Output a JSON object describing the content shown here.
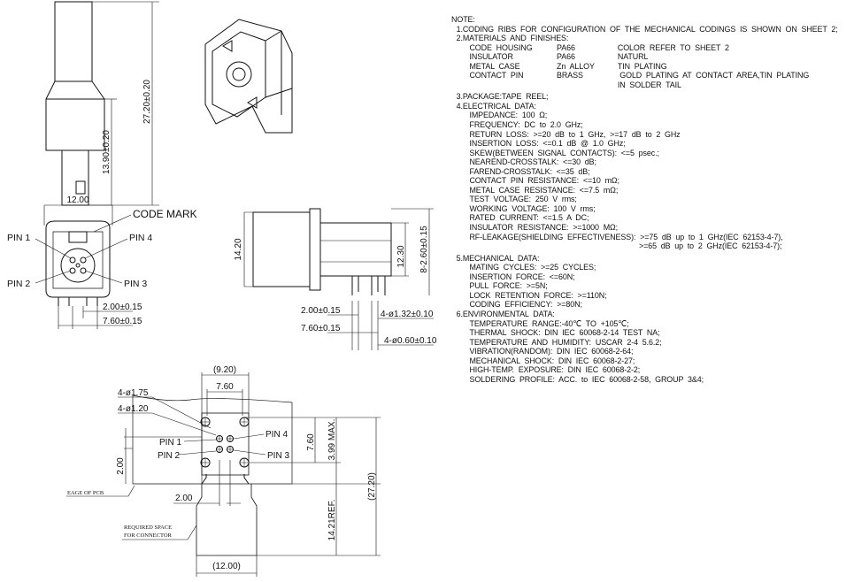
{
  "drawing": {
    "top_view": {
      "dim_total": "27.20±0.20",
      "dim_body": "13.90±0.20"
    },
    "front_view": {
      "width": "12.00",
      "code_mark": "CODE MARK",
      "pin1": "PIN 1",
      "pin2": "PIN 2",
      "pin3": "PIN 3",
      "pin4": "PIN 4",
      "pitch": "2.00±0.15",
      "span": "7.60±0.15"
    },
    "side_view": {
      "height": "14.20",
      "inner_height": "12.30",
      "tail": "8-2.60±0.15",
      "pitch": "2.00±0.15",
      "span": "7.60±0.15",
      "hole_large": "4-ø1.32±0.10",
      "hole_small": "4-ø0.60±0.10"
    },
    "pcb_layout": {
      "width_ref": "(9.20)",
      "span": "7.60",
      "hole_large": "4-ø1.75",
      "hole_small": "4-ø1.20",
      "pin1": "PIN 1",
      "pin2": "PIN 2",
      "pin3": "PIN 3",
      "pin4": "PIN 4",
      "span_v": "7.60",
      "max": "3.99 MAX.",
      "offset": "2.00",
      "edge": "EAGE OF PCB",
      "pitch": "2.00",
      "required_space_1": "REQUIRED SPACE",
      "required_space_2": "FOR CONNECTOR",
      "ref": "14.21REF.",
      "total": "(27.20)",
      "conn_width": "(12.00)"
    }
  },
  "notes": {
    "title": "NOTE:",
    "lines": [
      {
        "indent": 1,
        "text": "1.CODING  RIBS  FOR  CONFIGURATION  OF  THE  MECHANICAL  CODINGS  IS  SHOWN  ON  SHEET  2;"
      },
      {
        "indent": 1,
        "text": "2.MATERIALS  AND  FINISHES:"
      },
      {
        "indent": 2,
        "cols": [
          "CODE  HOUSING",
          "PA66",
          "COLOR  REFER  TO  SHEET  2"
        ]
      },
      {
        "indent": 2,
        "cols": [
          "INSULATOR",
          "PA66",
          "NATURL"
        ]
      },
      {
        "indent": 2,
        "cols": [
          "METAL  CASE",
          "Zn  ALLOY",
          "TIN  PLATING"
        ]
      },
      {
        "indent": 2,
        "cols": [
          "CONTACT  PIN",
          "BRASS",
          " GOLD  PLATING  AT  CONTACT  AREA,TIN  PLATING"
        ]
      },
      {
        "indent": 2,
        "cols": [
          "",
          "",
          "IN  SOLDER  TAIL"
        ]
      },
      {
        "indent": 1,
        "text": "3.PACKAGE:TAPE  REEL;",
        "gap": true
      },
      {
        "indent": 1,
        "text": "4.ELECTRICAL  DATA:"
      },
      {
        "indent": 2,
        "text": "IMPEDANCE:  100  Ω;"
      },
      {
        "indent": 2,
        "text": "FREQUENCY:  DC  to  2.0  GHz;"
      },
      {
        "indent": 2,
        "text": "RETURN  LOSS:  >=20  dB  to  1  GHz,  >=17  dB  to  2  GHz"
      },
      {
        "indent": 2,
        "text": "INSERTION  LOSS:  <=0.1  dB  @  1.0  GHz;"
      },
      {
        "indent": 2,
        "text": "SKEW(BETWEEN  SIGNAL  CONTACTS):  <=5  psec.;"
      },
      {
        "indent": 2,
        "text": "NEAREND-CROSSTALK:  <=30  dB;"
      },
      {
        "indent": 2,
        "text": "FAREND-CROSSTALK:  <=35  dB;"
      },
      {
        "indent": 2,
        "text": "CONTACT  PIN  RESISTANCE:  <=10  mΩ;"
      },
      {
        "indent": 2,
        "text": "METAL  CASE  RESISTANCE:  <=7.5  mΩ;"
      },
      {
        "indent": 2,
        "text": "TEST  VOLTAGE:  250  V  rms;"
      },
      {
        "indent": 2,
        "text": "WORKING  VOLTAGE:  100  V  rms;"
      },
      {
        "indent": 2,
        "text": "RATED  CURRENT:  <=1.5  A  DC;"
      },
      {
        "indent": 2,
        "text": "INSULATOR  RESISTANCE:  >=1000  MΩ;"
      },
      {
        "indent": 2,
        "text": "RF-LEAKAGE(SHIELDING  EFFECTIVENESS):  >=75  dB  up  to  1  GHz(IEC  62153-4-7),"
      },
      {
        "indent": 3,
        "text": ">=65  dB  up  to  2  GHz(IEC  62153-4-7);"
      },
      {
        "indent": 1,
        "text": "5.MECHANICAL  DATA:",
        "gap": true
      },
      {
        "indent": 2,
        "text": "MATING  CYCLES:  >=25  CYCLES;"
      },
      {
        "indent": 2,
        "text": "INSERTION  FORCE:  <=60N;"
      },
      {
        "indent": 2,
        "text": "PULL  FORCE:  >=5N;"
      },
      {
        "indent": 2,
        "text": "LOCK  RETENTION  FORCE:  >=110N;"
      },
      {
        "indent": 2,
        "text": "CODING  EFFICIENCY:  >=80N;"
      },
      {
        "indent": 1,
        "text": "6.ENVIRONMENTAL  DATA:"
      },
      {
        "indent": 2,
        "text": "TEMPERATURE  RANGE:-40℃  TO  +105℃;"
      },
      {
        "indent": 2,
        "text": "THERMAL  SHOCK:  DIN  IEC  60068-2-14  TEST  NA;"
      },
      {
        "indent": 2,
        "text": "TEMPERATURE  AND  HUMIDITY:  USCAR  2-4  5.6.2;"
      },
      {
        "indent": 2,
        "text": "VIBRATION(RANDOM):  DIN  IEC  60068-2-64;"
      },
      {
        "indent": 2,
        "text": "MECHANICAL  SHOCK:  DIN  IEC  60068-2-27;"
      },
      {
        "indent": 2,
        "text": "HIGH-TEMP.  EXPOSURE:  DIN  IEC  60068-2-2;"
      },
      {
        "indent": 2,
        "text": "SOLDERING  PROFILE:  ACC.  to  IEC  60068-2-58,  GROUP  3&4;"
      }
    ]
  }
}
